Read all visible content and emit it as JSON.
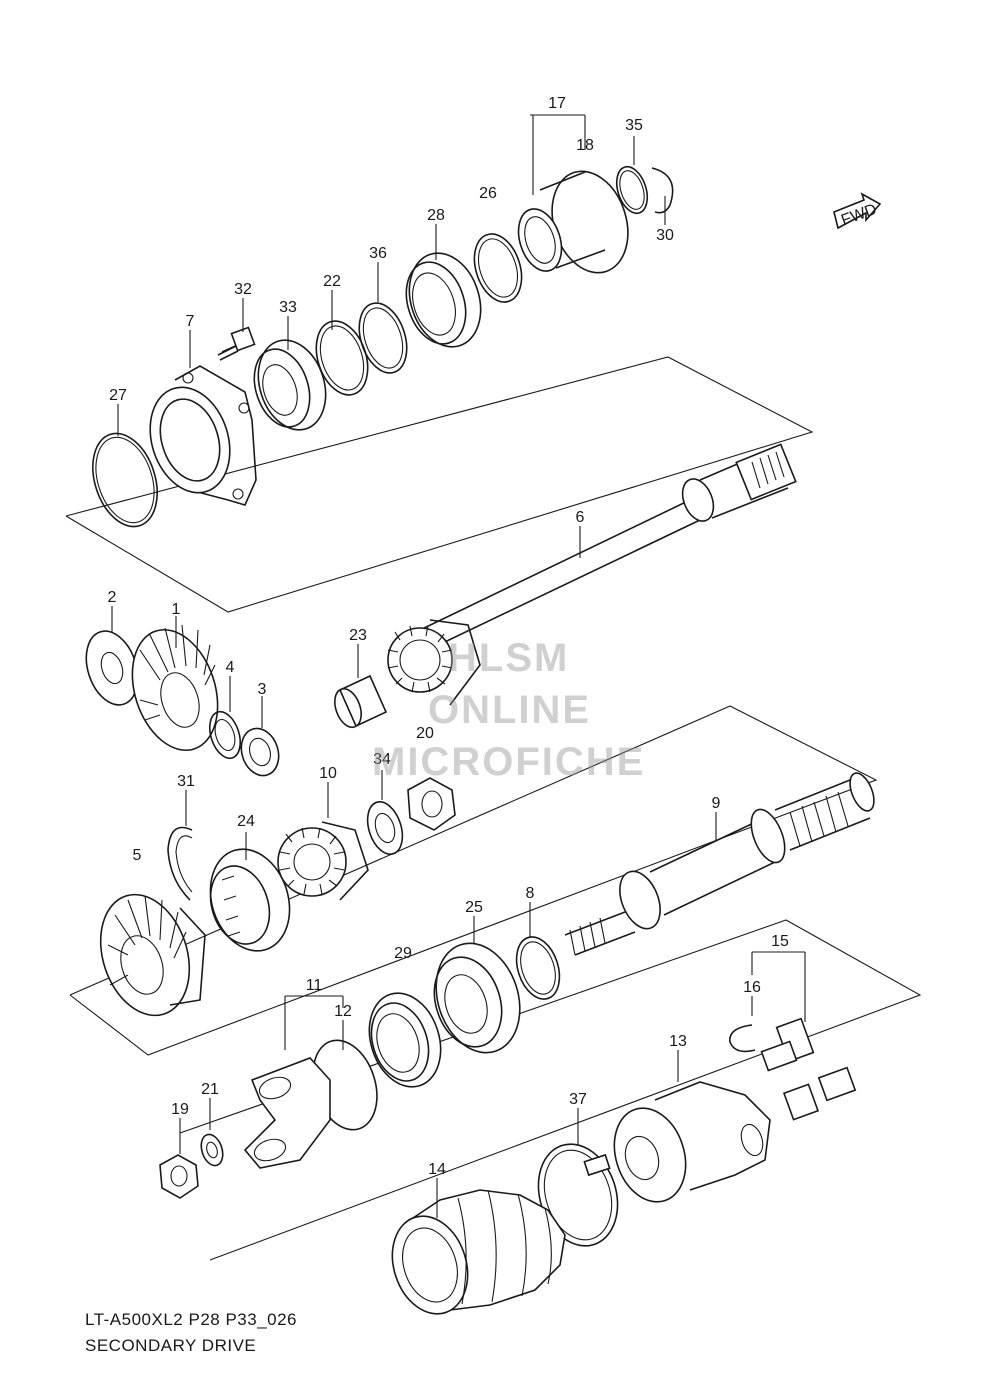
{
  "caption": {
    "model_code": "LT-A500XL2 P28 P33_026",
    "title": "SECONDARY DRIVE"
  },
  "fwd_label": "FWD",
  "watermark": {
    "line1": "HLSM",
    "line2": "ONLINE",
    "line3": "MICROFICHE"
  },
  "callouts": {
    "c1": "1",
    "c2": "2",
    "c3": "3",
    "c4": "4",
    "c5": "5",
    "c6": "6",
    "c7": "7",
    "c8": "8",
    "c9": "9",
    "c10": "10",
    "c11": "11",
    "c12": "12",
    "c13": "13",
    "c14": "14",
    "c15": "15",
    "c16": "16",
    "c17": "17",
    "c18": "18",
    "c19": "19",
    "c20": "20",
    "c21": "21",
    "c22": "22",
    "c23": "23",
    "c24": "24",
    "c25": "25",
    "c26": "26",
    "c27": "27",
    "c28": "28",
    "c29": "29",
    "c30": "30",
    "c31": "31",
    "c32": "32",
    "c33": "33",
    "c34": "34",
    "c35": "35",
    "c36": "36",
    "c37": "37"
  }
}
